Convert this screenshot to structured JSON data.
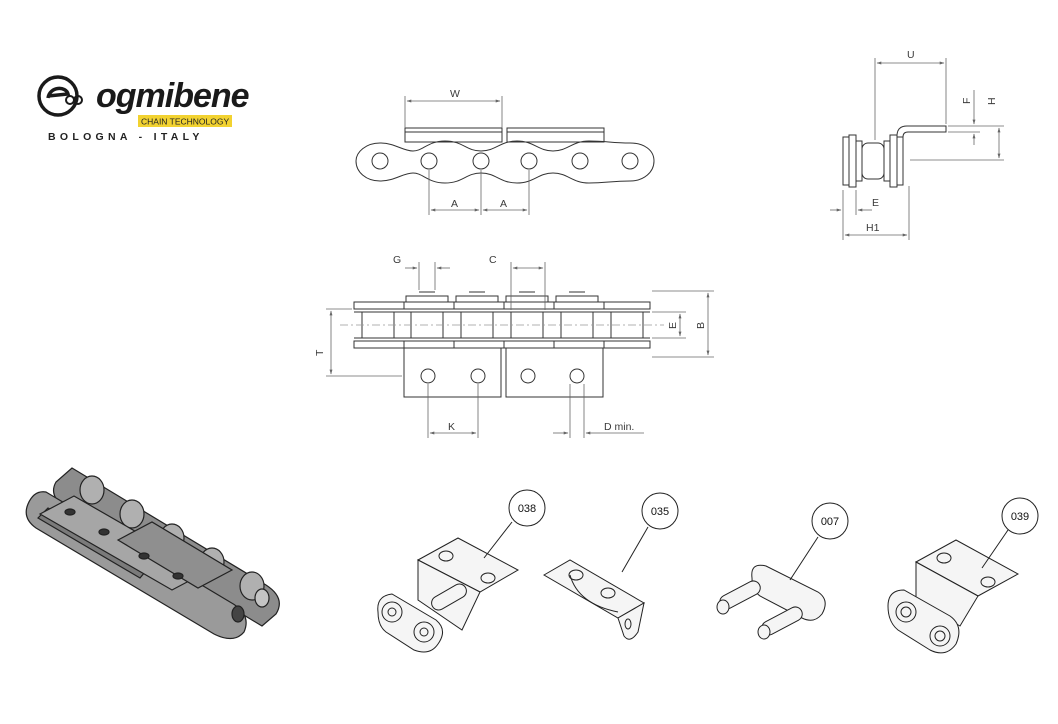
{
  "brand": {
    "name": "ogmibene",
    "tagline": "CHAIN TECHNOLOGY",
    "location": "BOLOGNA - ITALY",
    "tagline_color": "#f2d230"
  },
  "dimensions": {
    "W": "W",
    "A1": "A",
    "A2": "A",
    "U": "U",
    "F": "F",
    "H": "H",
    "E_side": "E",
    "H1": "H1",
    "G": "G",
    "C": "C",
    "E_top": "E",
    "B": "B",
    "T": "T",
    "K": "K",
    "D": "D min."
  },
  "attachments": [
    {
      "code": "038"
    },
    {
      "code": "035"
    },
    {
      "code": "007"
    },
    {
      "code": "039"
    }
  ]
}
